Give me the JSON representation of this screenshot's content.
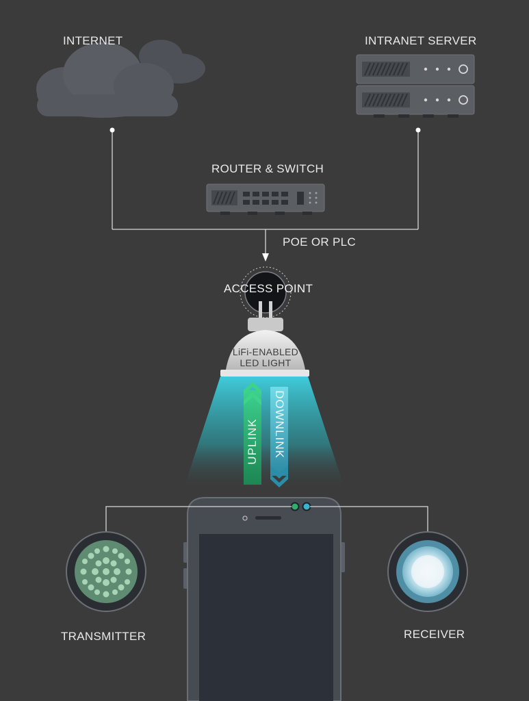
{
  "labels": {
    "internet": "INTERNET",
    "intranet_server": "INTRANET SERVER",
    "router_switch": "ROUTER & SWITCH",
    "poe_plc": "POE OR PLC",
    "access_point": "ACCESS POINT",
    "led_light_line1": "LiFi-ENABLED",
    "led_light_line2": "LED LIGHT",
    "uplink": "UPLINK",
    "downlink": "DOWNLINK",
    "transmitter": "TRANSMITTER",
    "receiver": "RECEIVER"
  },
  "colors": {
    "background": "#3b3b3b",
    "line": "#d8d8d8",
    "uplink": "#2fae6e",
    "downlink": "#3ea8c2",
    "light_beam": "#37c6d6"
  }
}
